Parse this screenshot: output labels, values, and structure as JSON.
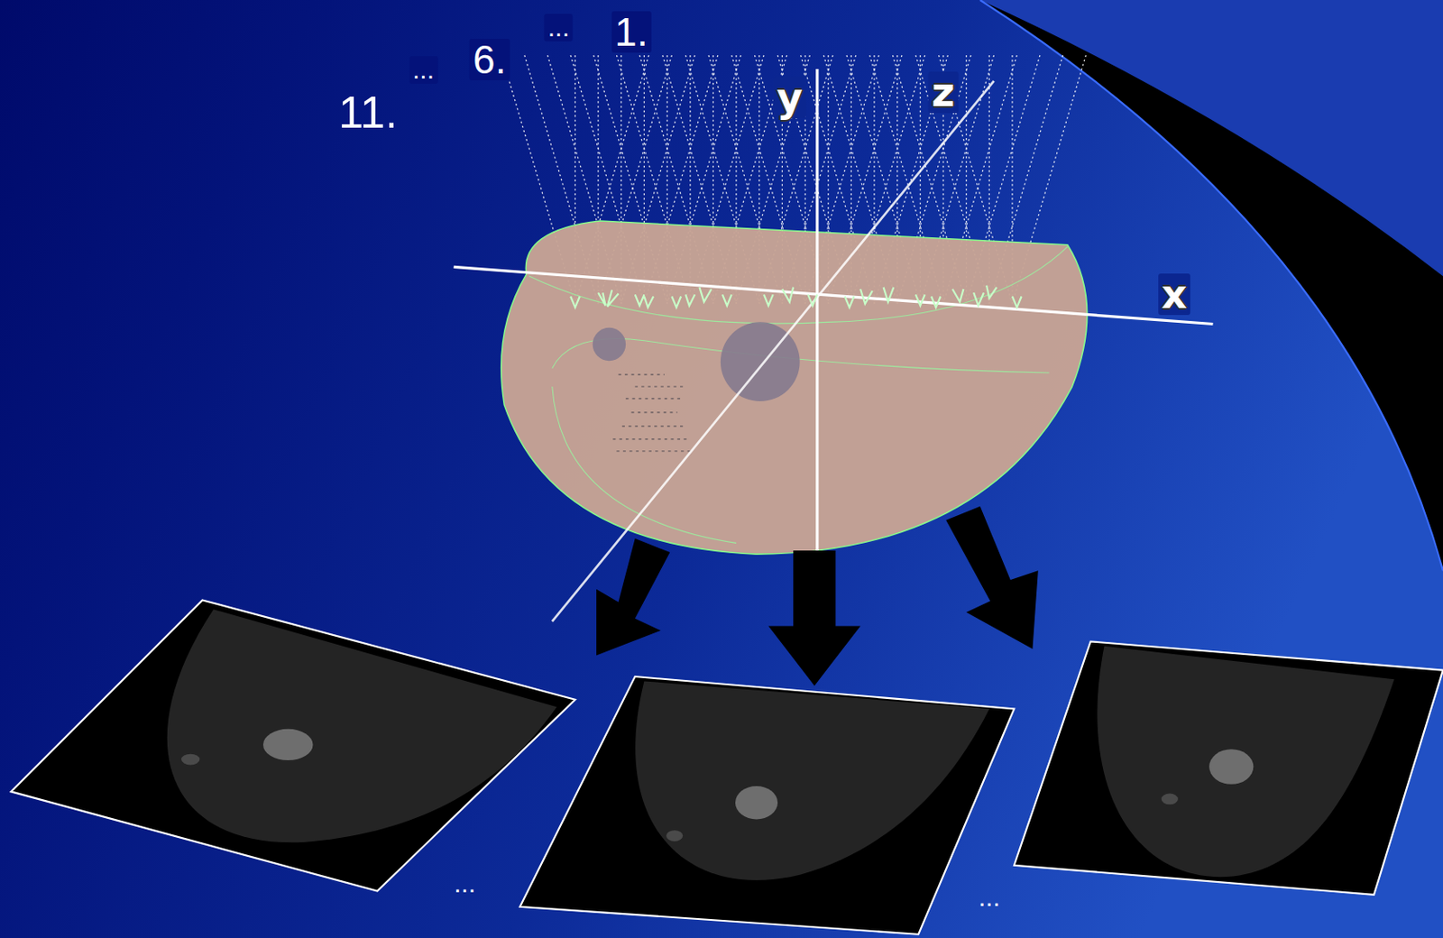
{
  "diagram": {
    "labels": [
      "...",
      "1.",
      "...",
      "6.",
      "11.",
      "y",
      "z",
      "x",
      "...",
      "..."
    ]
  }
}
